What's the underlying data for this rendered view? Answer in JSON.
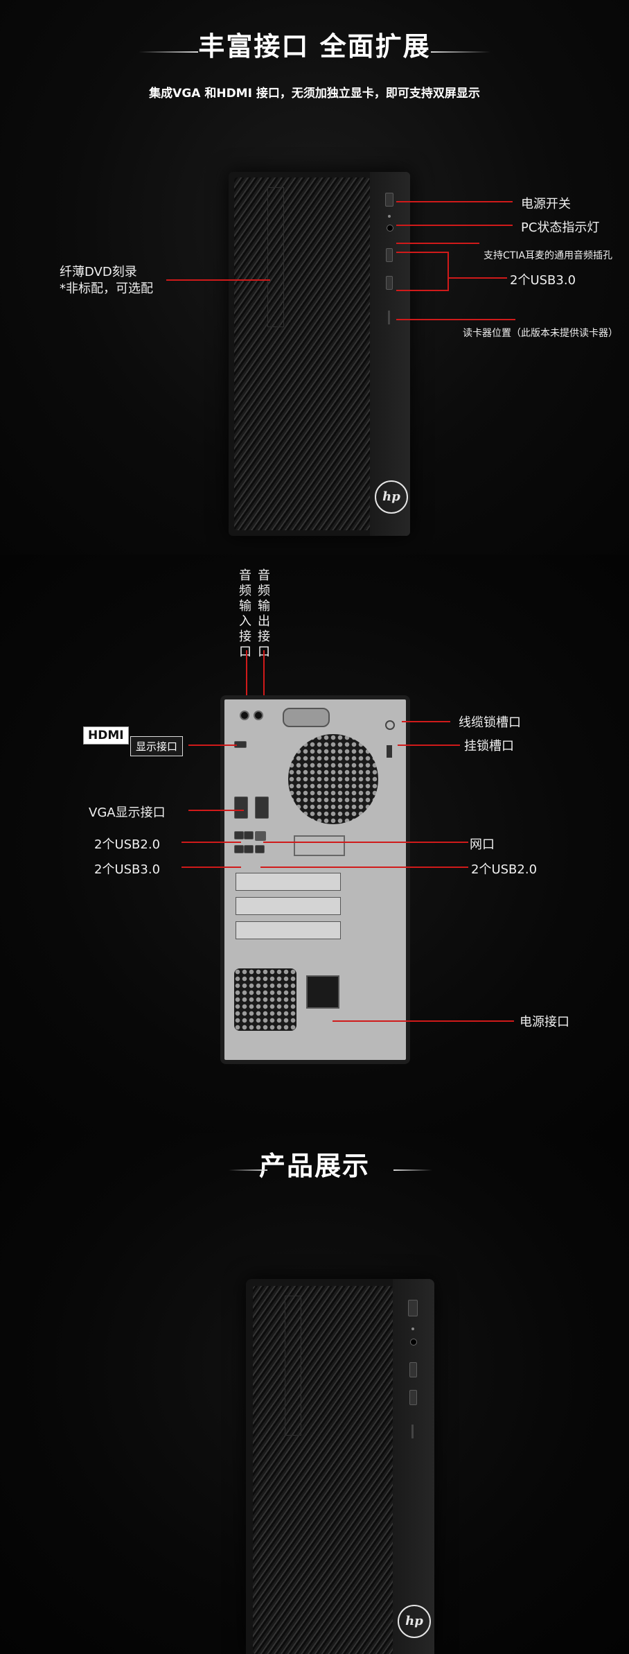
{
  "section1": {
    "title": "丰富接口 全面扩展",
    "subtitle": "集成VGA 和HDMI 接口，无须加独立显卡，即可支持双屏显示",
    "front_labels": {
      "power_switch": "电源开关",
      "pc_status": "PC状态指示灯",
      "audio_jack": "支持CTIA耳麦的通用音频插孔",
      "usb30": "2个USB3.0",
      "card_reader": "读卡器位置（此版本未提供读卡器）",
      "dvd_line1": "纤薄DVD刻录",
      "dvd_line2": "*非标配，可选配"
    },
    "logo_text": "hp"
  },
  "section2": {
    "audio_in": "音频输入接口",
    "audio_out": "音频输出接口",
    "hdmi_badge": "HDMI",
    "hdmi_label": "显示接口",
    "vga": "VGA显示接口",
    "usb20_left": "2个USB2.0",
    "usb30_left": "2个USB3.0",
    "cable_lock": "线缆锁槽口",
    "padlock": "挂锁槽口",
    "lan": "网口",
    "usb20_right": "2个USB2.0",
    "power_port": "电源接口"
  },
  "section3": {
    "title": "产品展示",
    "logo_text": "hp"
  },
  "colors": {
    "accent_red": "#d01a1a",
    "background": "#050505"
  }
}
